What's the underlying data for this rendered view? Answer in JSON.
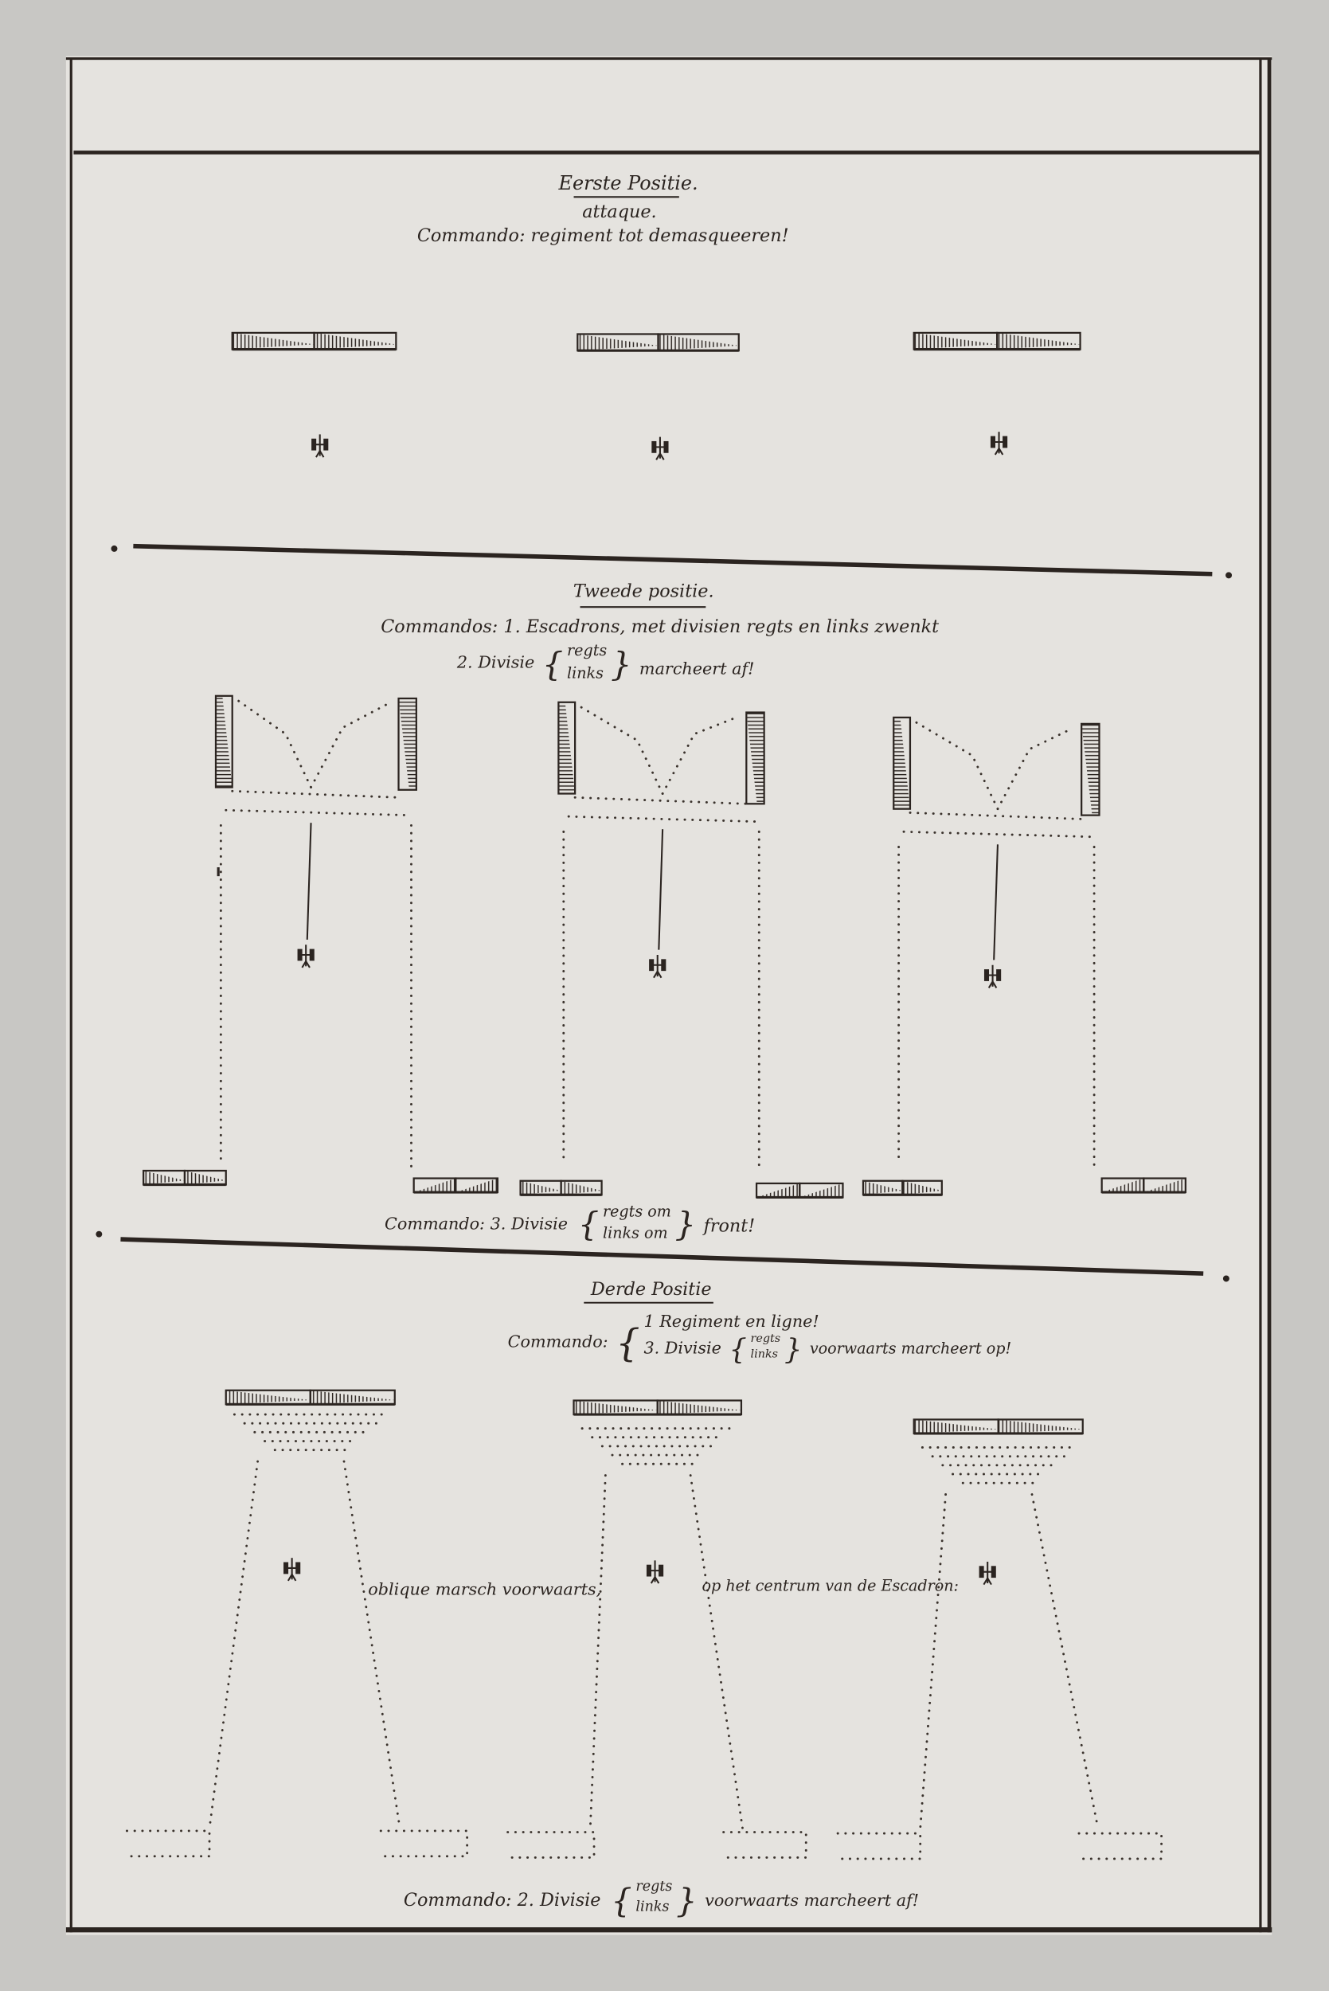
{
  "sections": [
    {
      "title": "Eerste Positie.",
      "subtitle": "attaque.",
      "command": "Commando: regiment tot demasqueeren!"
    },
    {
      "title": "Tweede positie.",
      "command": "Commandos: 1. Escadrons, met divisien regts en links zwenkt",
      "command2_prefix": "2. Divisie",
      "command2_option_a": "regts",
      "command2_option_b": "links",
      "command2_suffix": "marcheert af!",
      "command3_prefix": "Commando: 3. Divisie",
      "command3_option_a": "regts om",
      "command3_option_b": "links om",
      "command3_suffix": "front!"
    },
    {
      "title": "Derde Positie",
      "command_prefix": "Commando:",
      "command_line1": "1 Regiment en ligne!",
      "command_line2_prefix": "3. Divisie",
      "command_line2_option_a": "regts",
      "command_line2_option_b": "links",
      "command_line2_suffix": "voorwaarts marcheert op!",
      "note_left": "oblique marsch voorwaarts,",
      "note_right": "op het centrum van de Escadron:",
      "final_prefix": "Commando: 2. Divisie",
      "final_option_a": "regts",
      "final_option_b": "links",
      "final_suffix": "voorwaarts marcheert af!"
    }
  ],
  "colors": {
    "paper": "#e5e3df",
    "ink": "#2b2420",
    "frame": "#c8c7c4"
  }
}
